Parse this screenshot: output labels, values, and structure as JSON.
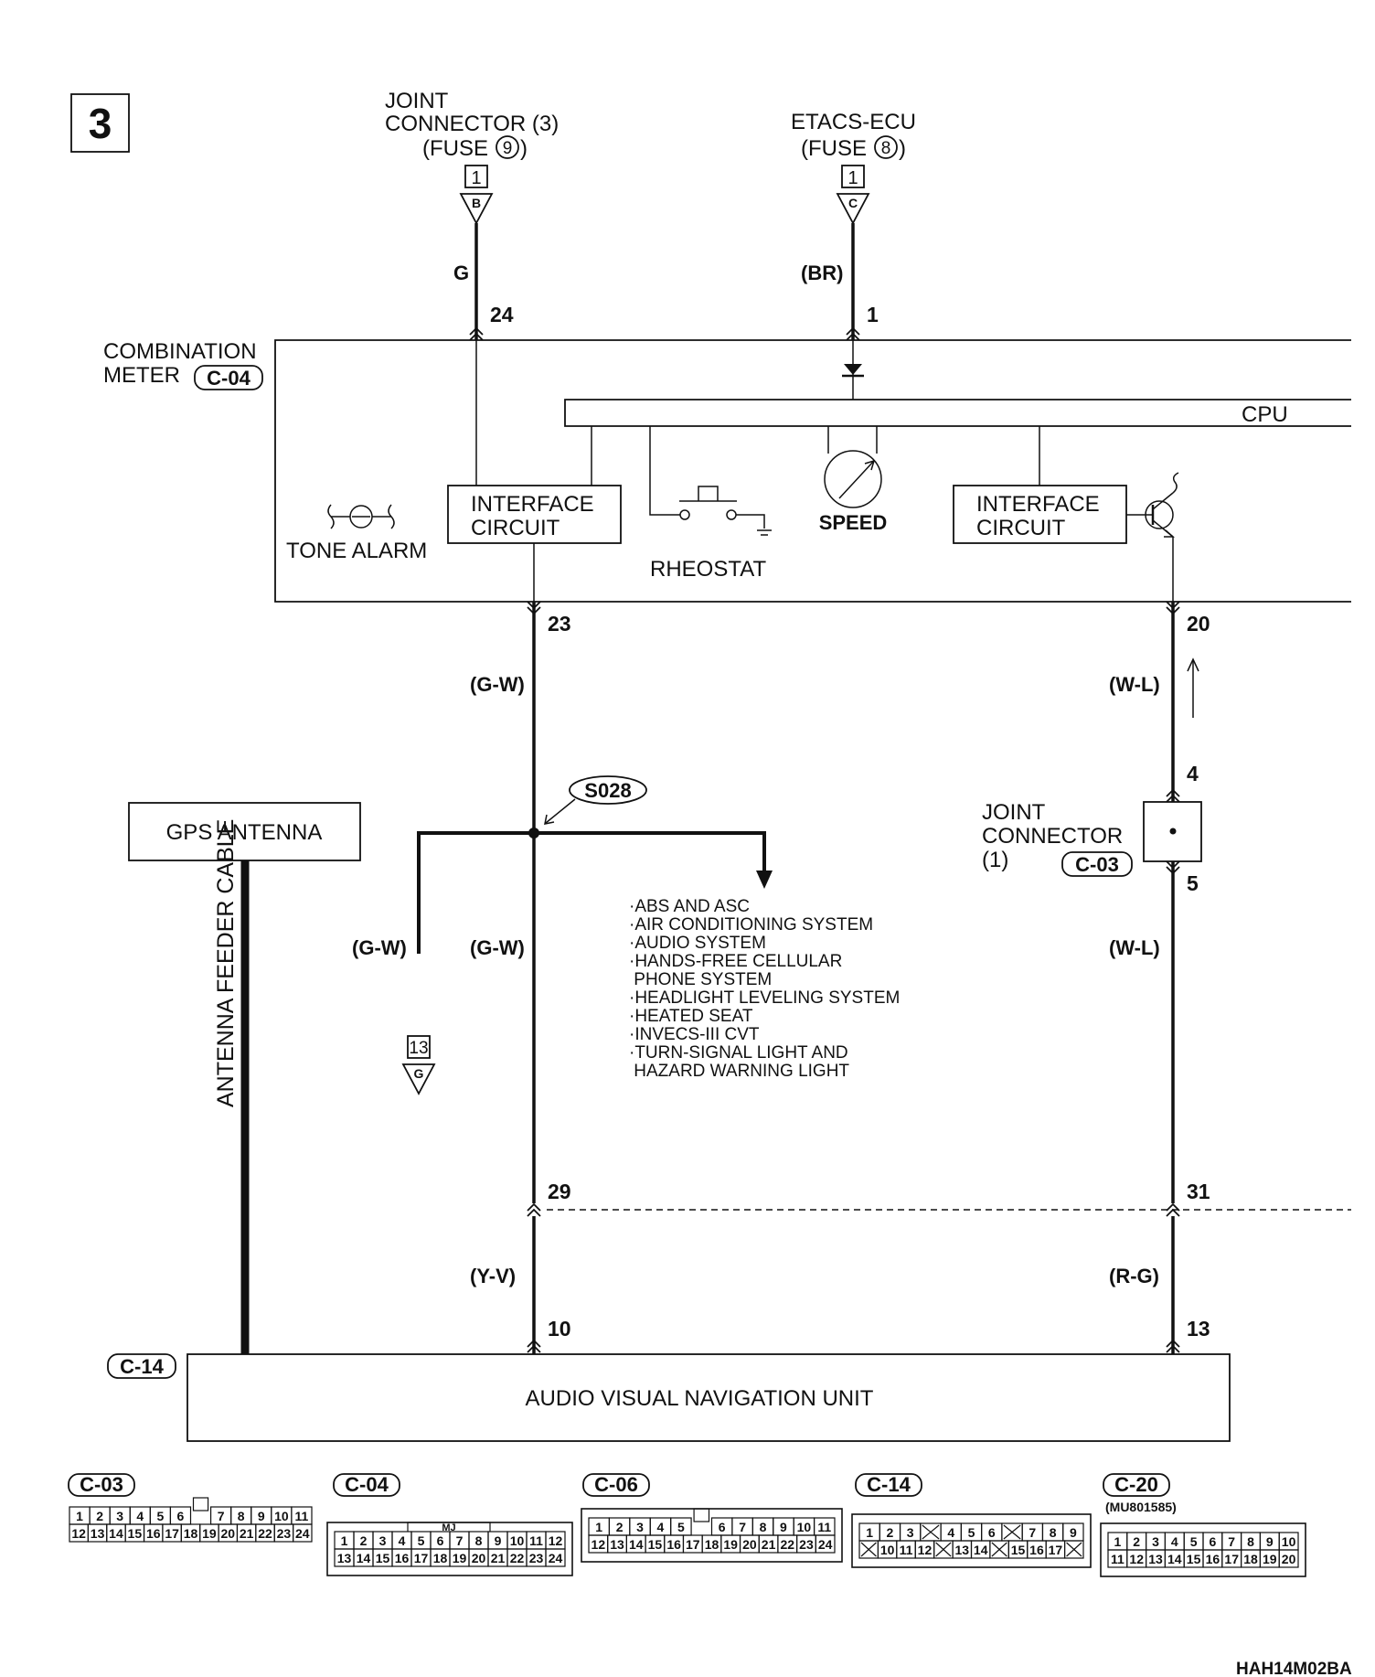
{
  "diagram": {
    "page_number": "3",
    "top_labels": {
      "joint_connector_3": [
        "JOINT",
        "CONNECTOR (3)",
        "(FUSE",
        ")"
      ],
      "fuse9_number": "9",
      "etacs_ecu": [
        "ETACS-ECU",
        "(FUSE",
        ")"
      ],
      "fuse8_number": "8"
    },
    "top_terminals": {
      "left_box": "1",
      "left_letter": "B",
      "right_box": "1",
      "right_letter": "C"
    },
    "wire_colors": {
      "g": "G",
      "br": "(BR)",
      "gw_upper": "(G-W)",
      "wl_upper": "(W-L)",
      "gw_left": "(G-W)",
      "gw_mid": "(G-W)",
      "wl_lower": "(W-L)",
      "yv": "(Y-V)",
      "rg": "(R-G)"
    },
    "pins": {
      "p24": "24",
      "p1": "1",
      "p23": "23",
      "p20": "20",
      "p4": "4",
      "p5": "5",
      "p29": "29",
      "p31": "31",
      "p10": "10",
      "p13": "13"
    },
    "combination_meter": {
      "label_line1": "COMBINATION",
      "label_line2": "METER",
      "connector": "C-04",
      "cpu": "CPU",
      "interface_left": [
        "INTERFACE",
        "CIRCUIT"
      ],
      "interface_right": [
        "INTERFACE",
        "CIRCUIT"
      ],
      "tone_alarm": "TONE ALARM",
      "rheostat": "RHEOSTAT",
      "speed": "SPEED"
    },
    "splice": "S028",
    "ground_terminal": {
      "box": "13",
      "letter": "G"
    },
    "systems_list": [
      "·ABS AND ASC",
      "·AIR CONDITIONING SYSTEM",
      "·AUDIO SYSTEM",
      "·HANDS-FREE CELLULAR",
      " PHONE SYSTEM",
      "·HEADLIGHT LEVELING SYSTEM",
      "·HEATED SEAT",
      "·INVECS-III CVT",
      "·TURN-SIGNAL LIGHT AND",
      " HAZARD WARNING LIGHT"
    ],
    "joint_connector_1": {
      "lines": [
        "JOINT",
        "CONNECTOR",
        "(1)"
      ],
      "connector": "C-03"
    },
    "gps_antenna": "GPS ANTENNA",
    "antenna_cable": "ANTENNA FEEDER CABLE",
    "navigation_unit": {
      "label": "AUDIO VISUAL NAVIGATION UNIT",
      "connector": "C-14"
    },
    "connectors_legend": [
      {
        "name": "C-03",
        "top": [
          "1",
          "2",
          "3",
          "4",
          "5",
          "6",
          "",
          "7",
          "8",
          "9",
          "10",
          "11"
        ],
        "bottom": [
          "12",
          "13",
          "14",
          "15",
          "16",
          "17",
          "18",
          "19",
          "20",
          "21",
          "22",
          "23",
          "24"
        ]
      },
      {
        "name": "C-04",
        "mark": "MJ",
        "top": [
          "1",
          "2",
          "3",
          "4",
          "5",
          "6",
          "7",
          "8",
          "9",
          "10",
          "11",
          "12"
        ],
        "bottom": [
          "13",
          "14",
          "15",
          "16",
          "17",
          "18",
          "19",
          "20",
          "21",
          "22",
          "23",
          "24"
        ]
      },
      {
        "name": "C-06",
        "top": [
          "1",
          "2",
          "3",
          "4",
          "5",
          "",
          "6",
          "7",
          "8",
          "9",
          "10",
          "11"
        ],
        "bottom": [
          "12",
          "13",
          "14",
          "15",
          "16",
          "17",
          "18",
          "19",
          "20",
          "21",
          "22",
          "23",
          "24"
        ]
      },
      {
        "name": "C-14",
        "top": [
          "1",
          "2",
          "3",
          "X",
          "4",
          "5",
          "6",
          "X",
          "7",
          "8",
          "9"
        ],
        "bottom": [
          "X",
          "10",
          "11",
          "12",
          "X",
          "13",
          "14",
          "X",
          "15",
          "16",
          "17",
          "X"
        ]
      },
      {
        "name": "C-20",
        "part": "(MU801585)",
        "top": [
          "1",
          "2",
          "3",
          "4",
          "5",
          "6",
          "7",
          "8",
          "9",
          "10"
        ],
        "bottom": [
          "11",
          "12",
          "13",
          "14",
          "15",
          "16",
          "17",
          "18",
          "19",
          "20"
        ]
      }
    ],
    "footer_code": "HAH14M02BA"
  }
}
